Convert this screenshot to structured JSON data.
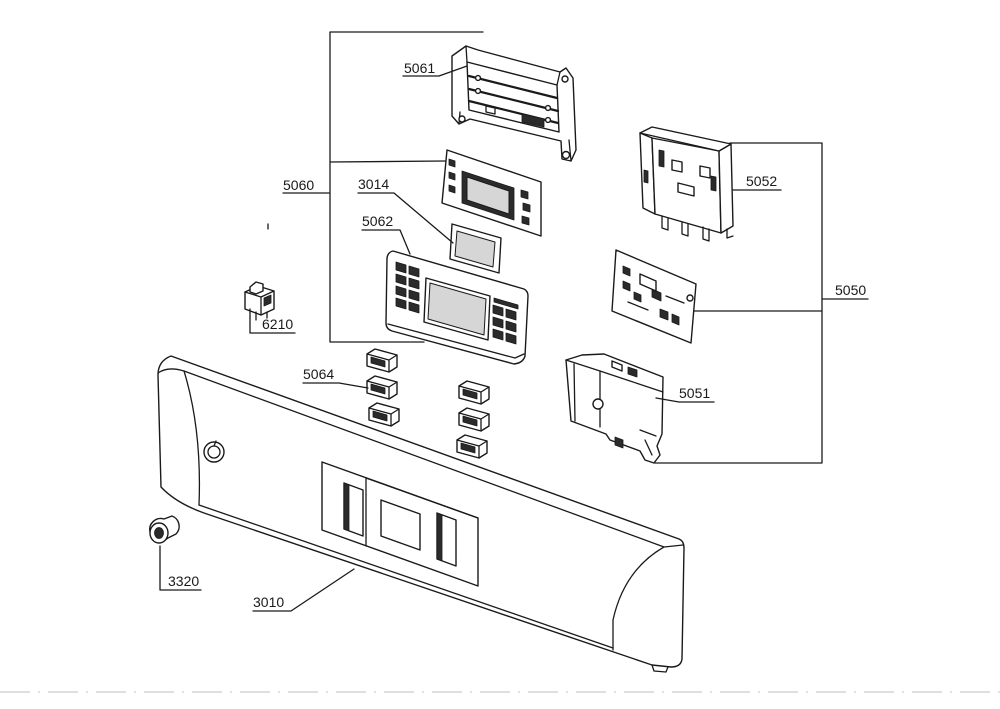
{
  "callouts": [
    "5061",
    "5060",
    "3014",
    "5062",
    "6210",
    "5064",
    "5052",
    "5050",
    "5051",
    "3320",
    "3010"
  ],
  "colors": {
    "ink": "#1a1a1a",
    "paper": "#ffffff",
    "key": "#2b2b2b",
    "win": "#d6d6d6",
    "scan": "#bfbfbf"
  }
}
